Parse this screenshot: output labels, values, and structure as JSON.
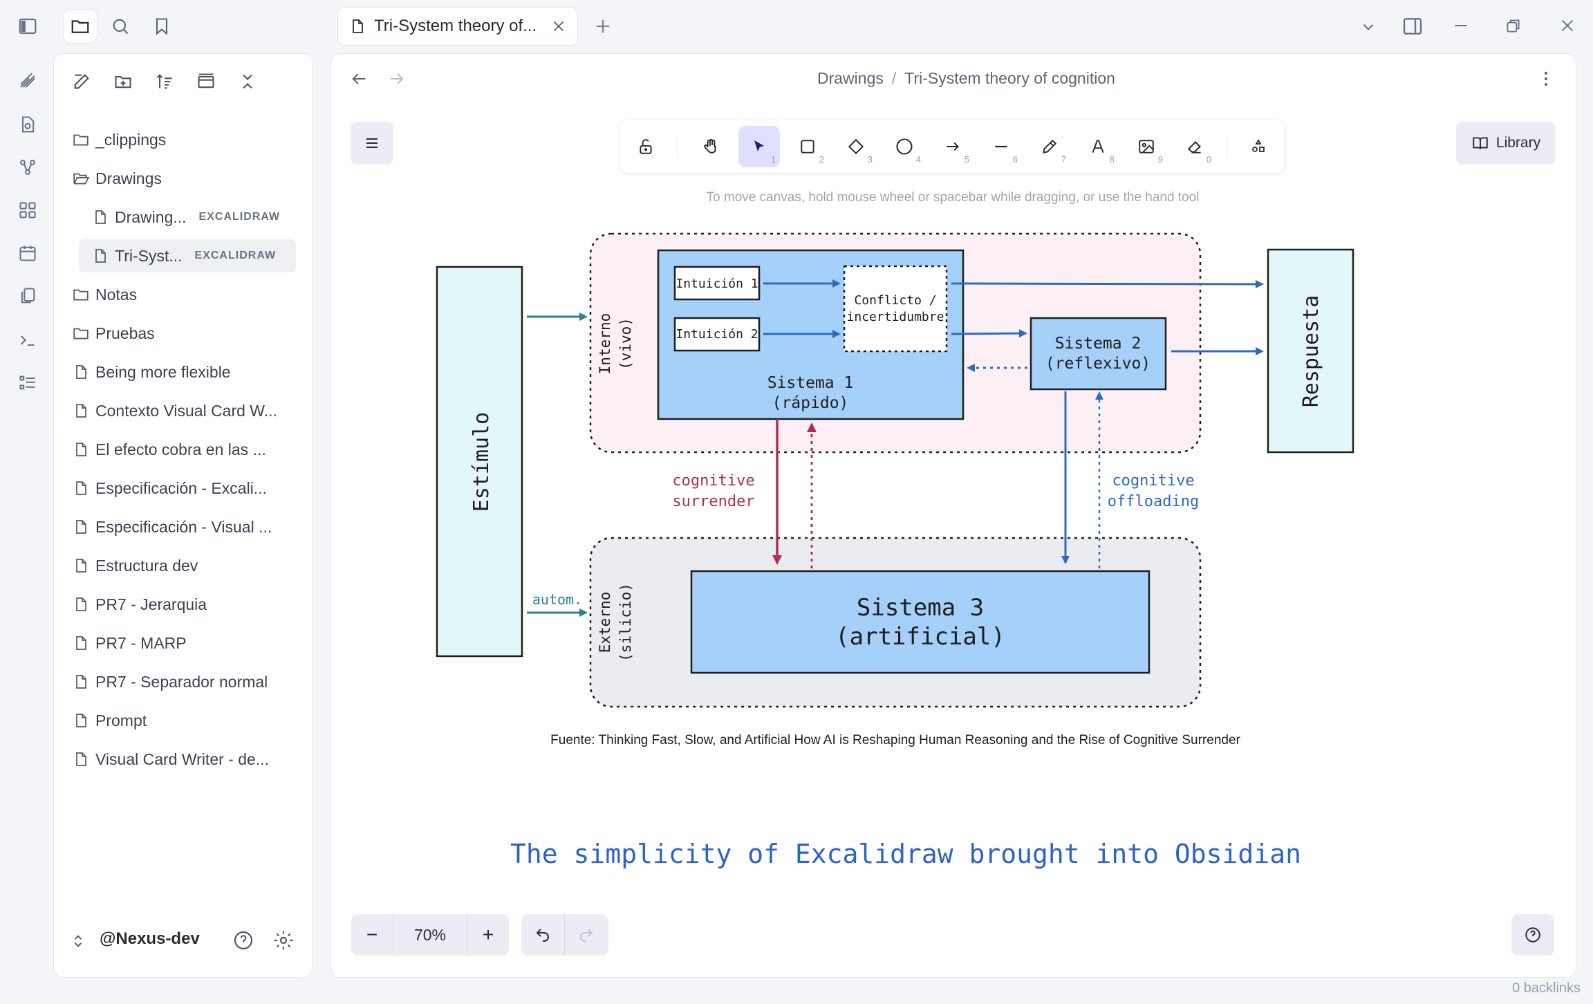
{
  "tab": {
    "title": "Tri-System theory of..."
  },
  "sidebar": {
    "items": [
      {
        "label": "_clippings",
        "type": "folder"
      },
      {
        "label": "Drawings",
        "type": "folder-open"
      },
      {
        "label": "Drawing...",
        "type": "file",
        "badge": "EXCALIDRAW",
        "indent": true
      },
      {
        "label": "Tri-Syst...",
        "type": "file",
        "badge": "EXCALIDRAW",
        "indent": true,
        "selected": true
      },
      {
        "label": "Notas",
        "type": "folder"
      },
      {
        "label": "Pruebas",
        "type": "folder"
      },
      {
        "label": "Being more flexible",
        "type": "file"
      },
      {
        "label": "Contexto Visual Card W...",
        "type": "file"
      },
      {
        "label": "El efecto cobra en las ...",
        "type": "file"
      },
      {
        "label": "Especificación - Excali...",
        "type": "file"
      },
      {
        "label": "Especificación - Visual ...",
        "type": "file"
      },
      {
        "label": "Estructura dev",
        "type": "file"
      },
      {
        "label": "PR7 - Jerarquia",
        "type": "file"
      },
      {
        "label": "PR7 - MARP",
        "type": "file"
      },
      {
        "label": "PR7 - Separador normal",
        "type": "file"
      },
      {
        "label": "Prompt",
        "type": "file"
      },
      {
        "label": "Visual Card Writer - de...",
        "type": "file"
      }
    ],
    "vault_name": "@Nexus-dev"
  },
  "header": {
    "breadcrumb_parent": "Drawings",
    "breadcrumb_sep": "/",
    "breadcrumb_current": "Tri-System theory of cognition"
  },
  "toolbar": {
    "tools": [
      {
        "name": "lock-icon",
        "num": ""
      },
      {
        "name": "hand-icon",
        "num": ""
      },
      {
        "name": "selection-icon",
        "num": "1",
        "active": true
      },
      {
        "name": "rectangle-icon",
        "num": "2"
      },
      {
        "name": "diamond-icon",
        "num": "3"
      },
      {
        "name": "ellipse-icon",
        "num": "4"
      },
      {
        "name": "arrow-icon",
        "num": "5"
      },
      {
        "name": "line-icon",
        "num": "6"
      },
      {
        "name": "pencil-icon",
        "num": "7"
      },
      {
        "name": "text-icon",
        "num": "8"
      },
      {
        "name": "image-icon",
        "num": "9"
      },
      {
        "name": "eraser-icon",
        "num": "0"
      },
      {
        "name": "shapes-icon",
        "num": ""
      }
    ],
    "library_label": "Library",
    "hint": "To move canvas, hold mouse wheel or spacebar while dragging, or use the hand tool"
  },
  "diagram": {
    "estimulo": "Estímulo",
    "respuesta": "Respuesta",
    "interno_1": "Interno",
    "interno_2": "(vivo)",
    "externo_1": "Externo",
    "externo_2": "(silicio)",
    "intuicion1": "Intuición 1",
    "intuicion2": "Intuición 2",
    "conflicto_1": "Conflicto /",
    "conflicto_2": "incertidumbre",
    "sistema1_1": "Sistema 1",
    "sistema1_2": "(rápido)",
    "sistema2_1": "Sistema 2",
    "sistema2_2": "(reflexivo)",
    "sistema3_1": "Sistema 3",
    "sistema3_2": "(artificial)",
    "surrender_1": "cognitive",
    "surrender_2": "surrender",
    "offloading_1": "cognitive",
    "offloading_2": "offloading",
    "autom": "autom.",
    "fuente": "Fuente: Thinking Fast, Slow, and Artificial How AI is Reshaping Human Reasoning and the Rise of Cognitive Surrender",
    "tagline": "The simplicity of Excalidraw brought into Obsidian"
  },
  "zoom": {
    "level": "70%",
    "minus": "−",
    "plus": "+"
  },
  "status": {
    "backlinks": "0 backlinks"
  },
  "colors": {
    "blue_fill": "#a5d0fa",
    "arrow_blue": "#2e6bc0",
    "arrow_red": "#b02d55",
    "arrow_teal": "#2b8093",
    "pink_bg": "#fcf0f5",
    "gray_bg": "#ebecef",
    "cyan_fill": "#e2f7f9",
    "tagline_blue": "#2f63c4"
  }
}
